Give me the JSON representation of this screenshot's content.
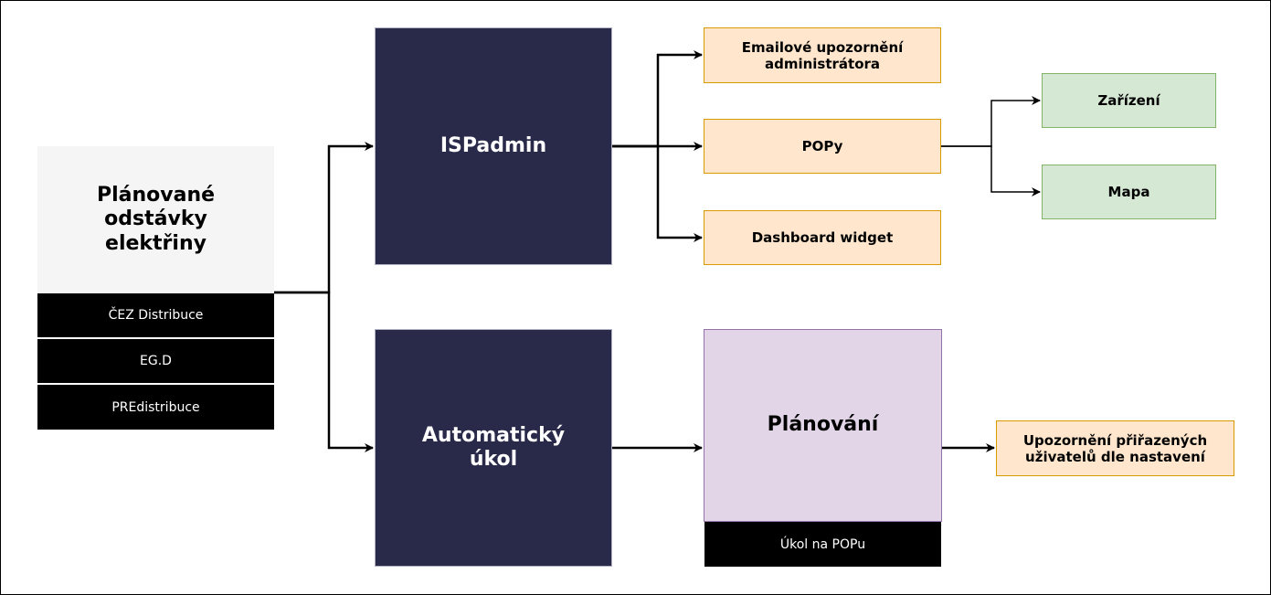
{
  "source": {
    "title": "Plánované\nodstávky\nelektřiny",
    "providers": [
      "ČEZ Distribuce",
      "EG.D",
      "PREdistribuce"
    ]
  },
  "ispadmin": {
    "label": "ISPadmin"
  },
  "auto_task": {
    "label": "Automatický\núkol"
  },
  "outputs": {
    "email": "Emailové upozornění\nadministrátora",
    "popy": "POPy",
    "dashboard": "Dashboard widget"
  },
  "popy_targets": {
    "device": "Zařízení",
    "map": "Mapa"
  },
  "planning": {
    "title": "Plánování",
    "task": "Úkol na POPu"
  },
  "notify": {
    "label": "Upozornění přiřazených\nuživatelů dle nastavení"
  },
  "colors": {
    "dark_box": "#29294a",
    "orange_box": "#ffe6cc",
    "green_box": "#d5e8d4",
    "purple_box": "#e1d5e7",
    "gray_box": "#f5f5f5",
    "black_box": "#000000"
  }
}
